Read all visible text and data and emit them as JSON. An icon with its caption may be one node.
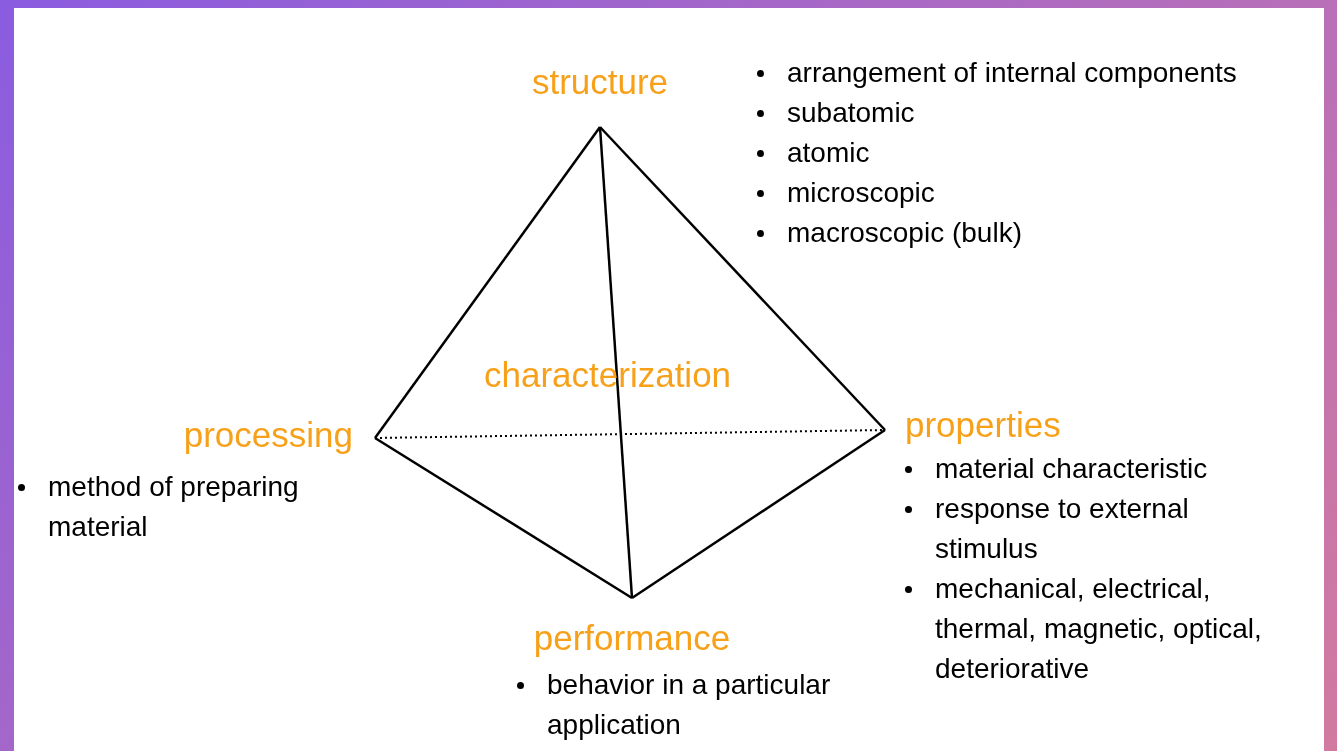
{
  "diagram": {
    "nodes": [
      {
        "text": [
          "structure"
        ],
        "beside": [
          "arrangement of internal components",
          "subatomic",
          "atomic",
          "microscopic",
          "macroscopic (bulk)"
        ]
      },
      {
        "text": [
          "processing"
        ],
        "beside": [
          "method of preparing material"
        ]
      },
      {
        "text": [
          "properties"
        ],
        "beside": [
          "material characteristic",
          "response to external stimulus",
          "mechanical, electrical, thermal, magnetic, optical, deteriorative"
        ]
      },
      {
        "text": [
          "performance"
        ],
        "beside": [
          "behavior in a particular application"
        ]
      }
    ],
    "edges": [
      {
        "from": 0,
        "to": 1,
        "arrow": "none"
      },
      {
        "from": 0,
        "to": 2,
        "arrow": "none"
      },
      {
        "from": 0,
        "to": 3,
        "arrow": "none"
      },
      {
        "from": 1,
        "to": 3,
        "arrow": "none"
      },
      {
        "from": 2,
        "to": 3,
        "arrow": "none"
      },
      {
        "from": 1,
        "to": 2,
        "arrow": "none",
        "style": "dashed"
      }
    ],
    "labels": [
      "characterization"
    ]
  }
}
